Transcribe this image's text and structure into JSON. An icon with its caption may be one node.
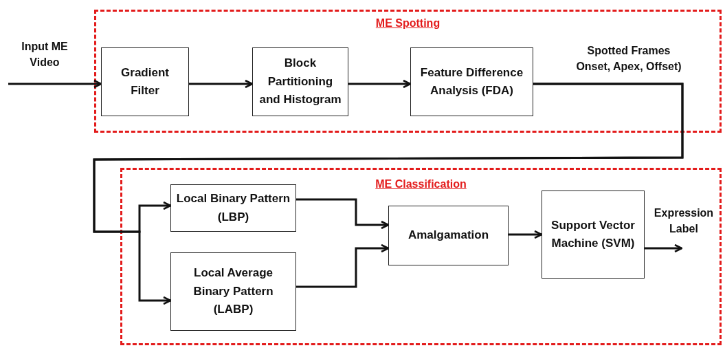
{
  "diagram": {
    "nodes": [
      {
        "text": [
          "ME Spotting"
        ]
      },
      {
        "text": [
          "Gradient Filter"
        ],
        "in": 0
      },
      {
        "text": [
          "Block Partitioning and Histogram"
        ],
        "in": 0
      },
      {
        "text": [
          "Feature Difference Analysis (FDA)"
        ],
        "in": 0
      },
      {
        "text": [
          "ME Classification"
        ]
      },
      {
        "text": [
          "Local Binary Pattern (LBP)"
        ],
        "in": 4
      },
      {
        "text": [
          "Local Average Binary Pattern (LABP)"
        ],
        "in": 4
      },
      {
        "text": [
          "Amalgamation"
        ],
        "in": 4
      },
      {
        "text": [
          "Support Vector Machine (SVM)"
        ],
        "in": 4
      }
    ],
    "edges": [
      {
        "from": null,
        "to": 1,
        "arrow": "to",
        "label": "Input ME Video"
      },
      {
        "from": 1,
        "to": 2,
        "arrow": "to"
      },
      {
        "from": 2,
        "to": 3,
        "arrow": "to"
      },
      {
        "from": 3,
        "to": 5,
        "arrow": "to",
        "label": "Spotted Frames Onset, Apex, Offset)"
      },
      {
        "from": 3,
        "to": 6,
        "arrow": "to"
      },
      {
        "from": 5,
        "to": 7,
        "arrow": "to"
      },
      {
        "from": 6,
        "to": 7,
        "arrow": "to"
      },
      {
        "from": 7,
        "to": 8,
        "arrow": "to"
      },
      {
        "from": 8,
        "to": null,
        "arrow": "to",
        "label": "Expression Label"
      }
    ]
  }
}
